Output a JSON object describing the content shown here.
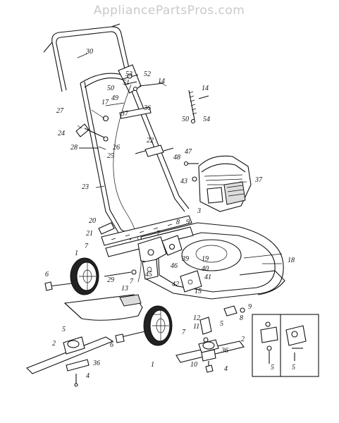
{
  "header": {
    "watermark": "AppliancePartsPros.com"
  },
  "labels": [
    "30",
    "53",
    "51",
    "52",
    "14",
    "50",
    "49",
    "36",
    "37",
    "27",
    "17",
    "24",
    "14",
    "50",
    "54",
    "28",
    "26",
    "25",
    "22",
    "47",
    "48",
    "23",
    "43",
    "37",
    "20",
    "3",
    "21",
    "8",
    "9",
    "7",
    "7",
    "1",
    "18",
    "19",
    "39",
    "46",
    "40",
    "45",
    "41",
    "6",
    "29",
    "7",
    "13",
    "42",
    "15",
    "12",
    "9",
    "8",
    "11",
    "5",
    "2",
    "5",
    "7",
    "2",
    "6",
    "36",
    "1",
    "10",
    "4",
    "5",
    "5",
    "36",
    "4"
  ]
}
